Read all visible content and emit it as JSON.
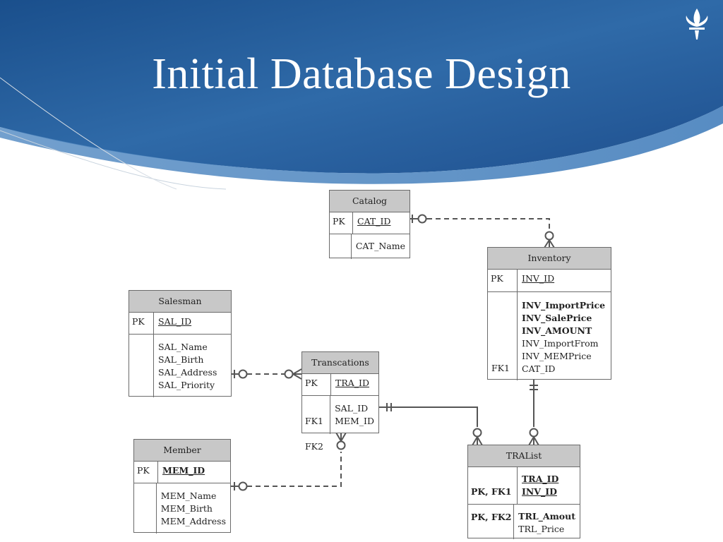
{
  "slide": {
    "title": "Initial Database Design"
  },
  "entities": {
    "catalog": {
      "name": "Catalog",
      "pk_key": "PK",
      "pk_field": "CAT_ID",
      "attrs": [
        "CAT_Name"
      ]
    },
    "inventory": {
      "name": "Inventory",
      "pk_key": "PK",
      "pk_field": "INV_ID",
      "attrs_bold": [
        "INV_ImportPrice",
        "INV_SalePrice",
        "INV_AMOUNT"
      ],
      "attrs": [
        "INV_ImportFrom",
        "INV_MEMPrice",
        "CAT_ID"
      ],
      "fk_key": "FK1"
    },
    "salesman": {
      "name": "Salesman",
      "pk_key": "PK",
      "pk_field": "SAL_ID",
      "attrs": [
        "SAL_Name",
        "SAL_Birth",
        "SAL_Address",
        "SAL_Priority"
      ]
    },
    "transactions": {
      "name": "Transcations",
      "pk_key": "PK",
      "pk_field": "TRA_ID",
      "fk_keys": [
        "FK1",
        "FK2"
      ],
      "attrs": [
        "SAL_ID",
        "MEM_ID"
      ]
    },
    "member": {
      "name": "Member",
      "pk_key": "PK",
      "pk_field": "MEM_ID",
      "attrs": [
        "MEM_Name",
        "MEM_Birth",
        "MEM_Address"
      ]
    },
    "tralist": {
      "name": "TRAList",
      "pk_keys": [
        "PK, FK1",
        "PK, FK2"
      ],
      "pk_fields": [
        "TRA_ID",
        "INV_ID"
      ],
      "attrs_bold": [
        "TRL_Amout"
      ],
      "attrs": [
        "TRL_Price"
      ]
    }
  },
  "relationships": [
    {
      "from": "Catalog",
      "to": "Inventory",
      "from_end": "one-optional",
      "to_end": "zero-or-many",
      "identifying": false
    },
    {
      "from": "Inventory",
      "to": "TRAList",
      "from_end": "one-mandatory",
      "to_end": "zero-or-many",
      "identifying": true
    },
    {
      "from": "Salesman",
      "to": "Transcations",
      "from_end": "one-optional",
      "to_end": "zero-or-many",
      "identifying": false
    },
    {
      "from": "Member",
      "to": "Transcations",
      "from_end": "one-optional",
      "to_end": "zero-or-many",
      "identifying": false
    },
    {
      "from": "Transcations",
      "to": "TRAList",
      "from_end": "one-mandatory",
      "to_end": "zero-or-many",
      "identifying": true
    }
  ],
  "colors": {
    "header_blue": "#2a5f9e",
    "entity_header": "#c8c8c8",
    "line": "#555555"
  }
}
